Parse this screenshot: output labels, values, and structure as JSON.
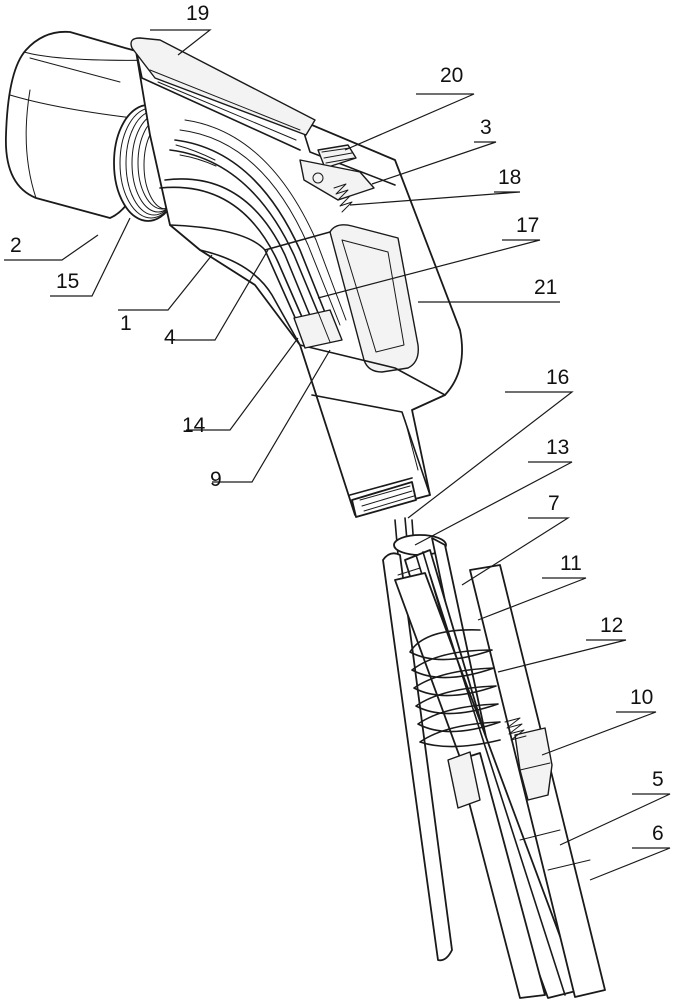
{
  "labels": {
    "n1": "1",
    "n2": "2",
    "n3": "3",
    "n4": "4",
    "n5": "5",
    "n6": "6",
    "n7": "7",
    "n9": "9",
    "n10": "10",
    "n11": "11",
    "n12": "12",
    "n13": "13",
    "n14": "14",
    "n15": "15",
    "n16": "16",
    "n17": "17",
    "n18": "18",
    "n19": "19",
    "n20": "20",
    "n21": "21"
  }
}
